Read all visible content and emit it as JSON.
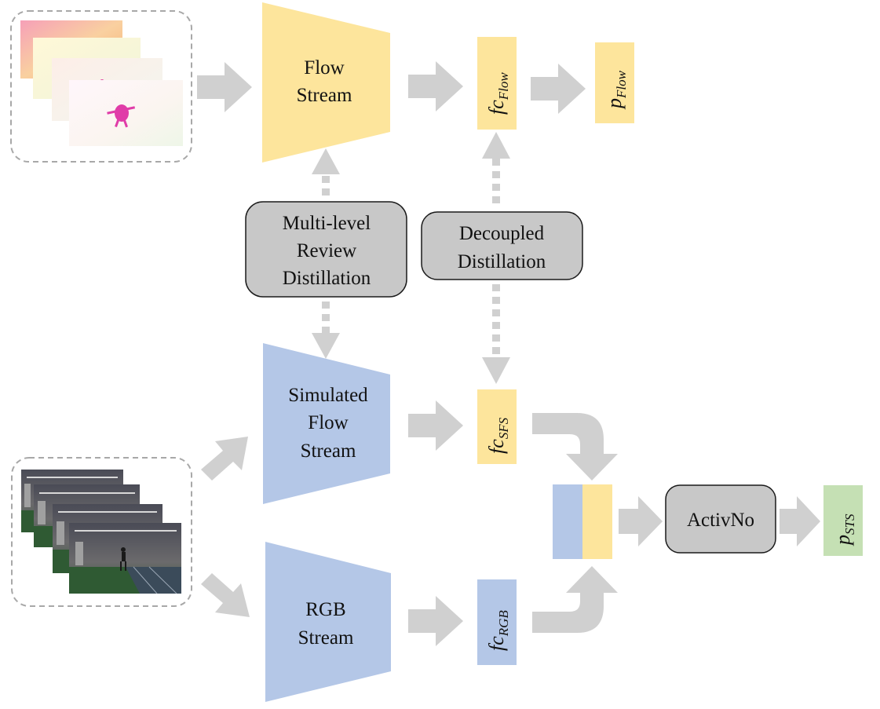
{
  "flow_stream": {
    "line1": "Flow",
    "line2": "Stream"
  },
  "sim_stream": {
    "line1": "Simulated",
    "line2": "Flow",
    "line3": "Stream"
  },
  "rgb_stream": {
    "line1": "RGB",
    "line2": "Stream"
  },
  "review_box": {
    "line1": "Multi-level",
    "line2": "Review",
    "line3": "Distillation"
  },
  "decoupled_box": {
    "line1": "Decoupled",
    "line2": "Distillation"
  },
  "activ_box": {
    "label": "ActivNo"
  },
  "features": {
    "fc_flow": {
      "base": "fc",
      "sub": "Flow"
    },
    "p_flow": {
      "base": "p",
      "sub": "Flow"
    },
    "fc_sfs": {
      "base": "fc",
      "sub": "SFS"
    },
    "fc_rgb": {
      "base": "fc",
      "sub": "RGB"
    },
    "p_sts": {
      "base": "p",
      "sub": "STS"
    }
  },
  "colors": {
    "flow_yellow": "#fde59c",
    "stream_blue": "#b4c7e7",
    "output_green": "#c5e0b4",
    "box_gray": "#c8c8c8",
    "arrow_gray": "#d0d0d0"
  },
  "icons": [
    "optical-flow-frames",
    "rgb-video-frames"
  ]
}
